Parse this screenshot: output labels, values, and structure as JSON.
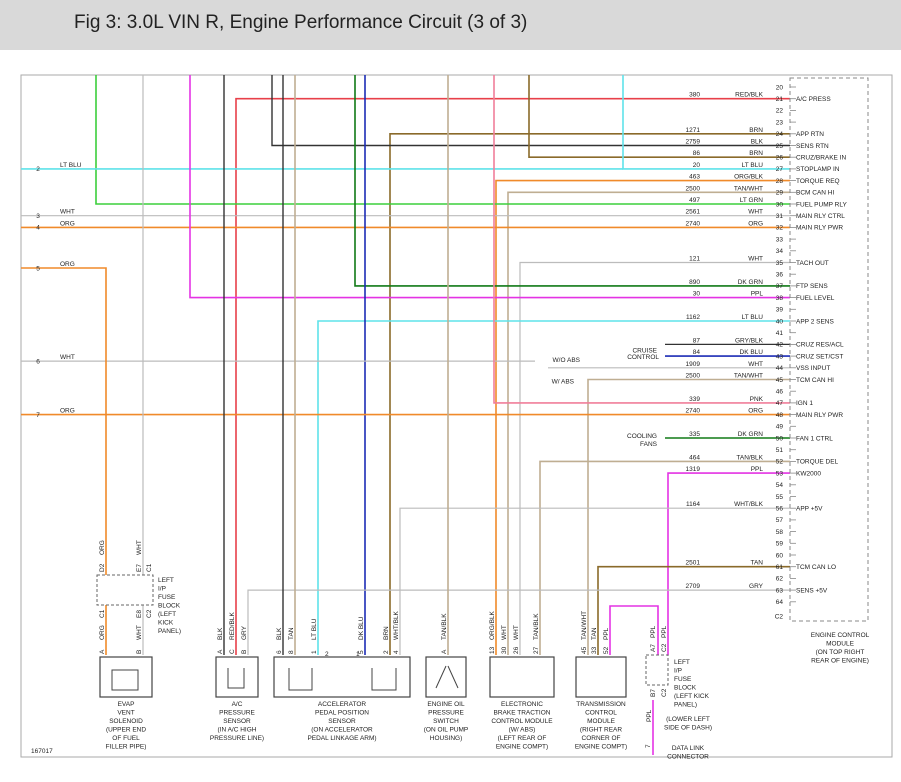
{
  "header": {
    "title": "Fig 3: 3.0L VIN R, Engine Performance Circuit (3 of 3)"
  },
  "figure_id": "167017",
  "ecm": {
    "pins": [
      "20",
      "21",
      "22",
      "23",
      "24",
      "25",
      "26",
      "27",
      "28",
      "29",
      "30",
      "31",
      "32",
      "33",
      "34",
      "35",
      "36",
      "37",
      "38",
      "39",
      "40",
      "41",
      "42",
      "43",
      "44",
      "45",
      "46",
      "47",
      "48",
      "49",
      "50",
      "51",
      "52",
      "53",
      "54",
      "55",
      "56",
      "57",
      "58",
      "59",
      "60",
      "61",
      "62",
      "63",
      "64",
      "C2"
    ],
    "label_lines": [
      "ENGINE CONTROL",
      "MODULE",
      "(ON TOP RIGHT",
      "REAR OF ENGINE)"
    ],
    "functions": [
      {
        "pin": "21",
        "name": "A/C PRESS"
      },
      {
        "pin": "24",
        "name": "APP RTN"
      },
      {
        "pin": "25",
        "name": "SENS RTN"
      },
      {
        "pin": "26",
        "name": "CRUZ/BRAKE IN"
      },
      {
        "pin": "27",
        "name": "STOPLAMP IN"
      },
      {
        "pin": "28",
        "name": "TORQUE REQ"
      },
      {
        "pin": "29",
        "name": "BCM CAN HI"
      },
      {
        "pin": "30",
        "name": "FUEL PUMP RLY"
      },
      {
        "pin": "31",
        "name": "MAIN RLY CTRL"
      },
      {
        "pin": "32",
        "name": "MAIN RLY PWR"
      },
      {
        "pin": "35",
        "name": "TACH OUT"
      },
      {
        "pin": "37",
        "name": "FTP SENS"
      },
      {
        "pin": "38",
        "name": "FUEL LEVEL"
      },
      {
        "pin": "40",
        "name": "APP 2 SENS"
      },
      {
        "pin": "42",
        "name": "CRUZ RES/ACL"
      },
      {
        "pin": "43",
        "name": "CRUZ SET/CST"
      },
      {
        "pin": "44",
        "name": "VSS INPUT"
      },
      {
        "pin": "45",
        "name": "TCM CAN HI"
      },
      {
        "pin": "47",
        "name": "IGN 1"
      },
      {
        "pin": "48",
        "name": "MAIN RLY PWR"
      },
      {
        "pin": "50",
        "name": "FAN 1 CTRL"
      },
      {
        "pin": "52",
        "name": "TORQUE DEL"
      },
      {
        "pin": "53",
        "name": "KW2000"
      },
      {
        "pin": "56",
        "name": "APP +5V"
      },
      {
        "pin": "61",
        "name": "TCM CAN LO"
      },
      {
        "pin": "63",
        "name": "SENS +5V"
      }
    ]
  },
  "wire_labels": [
    {
      "pin": "21",
      "circuit": "380",
      "color": "RED/BLK"
    },
    {
      "pin": "24",
      "circuit": "1271",
      "color": "BRN"
    },
    {
      "pin": "25",
      "circuit": "2759",
      "color": "BLK"
    },
    {
      "pin": "26",
      "circuit": "86",
      "color": "BRN"
    },
    {
      "pin": "27",
      "circuit": "20",
      "color": "LT BLU"
    },
    {
      "pin": "28",
      "circuit": "463",
      "color": "ORG/BLK"
    },
    {
      "pin": "29",
      "circuit": "2500",
      "color": "TAN/WHT"
    },
    {
      "pin": "30",
      "circuit": "497",
      "color": "LT GRN"
    },
    {
      "pin": "31",
      "circuit": "2561",
      "color": "WHT"
    },
    {
      "pin": "32",
      "circuit": "2740",
      "color": "ORG"
    },
    {
      "pin": "35",
      "circuit": "121",
      "color": "WHT"
    },
    {
      "pin": "37",
      "circuit": "890",
      "color": "DK GRN"
    },
    {
      "pin": "38",
      "circuit": "30",
      "color": "PPL"
    },
    {
      "pin": "40",
      "circuit": "1162",
      "color": "LT BLU"
    },
    {
      "pin": "42",
      "circuit": "87",
      "color": "GRY/BLK"
    },
    {
      "pin": "43",
      "circuit": "84",
      "color": "DK BLU"
    },
    {
      "pin": "44",
      "circuit": "1909",
      "color": "WHT"
    },
    {
      "pin": "45",
      "circuit": "2500",
      "color": "TAN/WHT"
    },
    {
      "pin": "47",
      "circuit": "339",
      "color": "PNK"
    },
    {
      "pin": "48",
      "circuit": "2740",
      "color": "ORG"
    },
    {
      "pin": "50",
      "circuit": "335",
      "color": "DK GRN"
    },
    {
      "pin": "52",
      "circuit": "464",
      "color": "TAN/BLK"
    },
    {
      "pin": "53",
      "circuit": "1319",
      "color": "PPL"
    },
    {
      "pin": "56",
      "circuit": "1164",
      "color": "WHT/BLK"
    },
    {
      "pin": "61",
      "circuit": "2501",
      "color": "TAN"
    },
    {
      "pin": "63",
      "circuit": "2709",
      "color": "GRY"
    }
  ],
  "left_refs": [
    {
      "num": "2",
      "color": "LT BLU"
    },
    {
      "num": "3",
      "color": "WHT"
    },
    {
      "num": "4",
      "color": "ORG"
    },
    {
      "num": "5",
      "color": "ORG"
    },
    {
      "num": "6",
      "color": "WHT"
    },
    {
      "num": "7",
      "color": "ORG"
    }
  ],
  "side_labels": {
    "cruise": [
      "CRUISE",
      "CONTROL"
    ],
    "wo_abs": "W/O ABS",
    "w_abs": "W/ ABS",
    "cooling": [
      "COOLING",
      "FANS"
    ]
  },
  "left_fuse_block": {
    "top_pins": [
      "D2",
      "E7",
      "C1"
    ],
    "top_wires": [
      "ORG",
      "WHT"
    ],
    "bottom_pins": [
      "C1",
      "E8",
      "C2"
    ],
    "label_lines": [
      "LEFT",
      "I/P",
      "FUSE",
      "BLOCK",
      "(LEFT",
      "KICK",
      "PANEL)"
    ]
  },
  "right_fuse_block": {
    "pins_top": [
      "A7",
      "C2"
    ],
    "wires_top": [
      "PPL",
      "PPL"
    ],
    "pins_bot": [
      "B7",
      "C2"
    ],
    "wire_bot": "PPL",
    "label_lines": [
      "LEFT",
      "I/P",
      "FUSE",
      "BLOCK",
      "(LEFT KICK",
      "PANEL)"
    ]
  },
  "components": [
    {
      "id": "evap",
      "pins": [
        "A",
        "B"
      ],
      "wires": [
        "ORG",
        "WHT"
      ],
      "label_lines": [
        "EVAP",
        "VENT",
        "SOLENOID",
        "(UPPER END",
        "OF FUEL",
        "FILLER PIPE)"
      ]
    },
    {
      "id": "ac",
      "pins": [
        "A",
        "C",
        "B"
      ],
      "wires": [
        "BLK",
        "RED/BLK",
        "GRY"
      ],
      "label_lines": [
        "A/C",
        "PRESSURE",
        "SENSOR",
        "(IN A/C HIGH",
        "PRESSURE LINE)"
      ]
    },
    {
      "id": "app",
      "pins": [
        "6",
        "8",
        "1",
        "5",
        "2",
        "4"
      ],
      "wires": [
        "BLK",
        "TAN",
        "LT BLU",
        "DK BLU",
        "BRN",
        "WHT/BLK"
      ],
      "inner": [
        "2",
        "1"
      ],
      "label_lines": [
        "ACCELERATOR",
        "PEDAL POSITION",
        "SENSOR",
        "(ON ACCELERATOR",
        "PEDAL LINKAGE ARM)"
      ]
    },
    {
      "id": "oil",
      "pins": [
        "A"
      ],
      "wires": [
        "TAN/BLK"
      ],
      "label_lines": [
        "ENGINE OIL",
        "PRESSURE",
        "SWITCH",
        "(ON OIL PUMP",
        "HOUSING)"
      ]
    },
    {
      "id": "ebtcm",
      "pins": [
        "13",
        "30",
        "26",
        "27"
      ],
      "wires": [
        "ORG/BLK",
        "WHT",
        "WHT",
        "TAN/BLK"
      ],
      "label_lines": [
        "ELECTRONIC",
        "BRAKE TRACTION",
        "CONTROL MODULE",
        "(W/ ABS)",
        "(LEFT REAR OF",
        "ENGINE COMPT)"
      ]
    },
    {
      "id": "tcm",
      "pins": [
        "45",
        "33",
        "52"
      ],
      "wires": [
        "TAN/WHT",
        "TAN",
        "PPL"
      ],
      "label_lines": [
        "TRANSMISSION",
        "CONTROL",
        "MODULE",
        "(RIGHT REAR",
        "CORNER OF",
        "ENGINE COMPT)"
      ]
    },
    {
      "id": "dlc",
      "pins": [
        "7"
      ],
      "wires": [
        "PPL"
      ],
      "label_lines": [
        "DATA LINK",
        "CONNECTOR"
      ],
      "location": [
        "(LOWER LEFT",
        "SIDE OF DASH)"
      ]
    }
  ],
  "colors": {
    "red": "#e8404a",
    "orange": "#f08a2a",
    "cyan": "#5fe3ea",
    "green": "#3ccf3c",
    "dkgreen": "#117a17",
    "magenta": "#e433e4",
    "brown": "#8a6a2a",
    "tan": "#bfae92",
    "gray": "#bcbcbc",
    "black": "#333333",
    "blue": "#1c2cb5",
    "pink": "#f07f9a"
  }
}
